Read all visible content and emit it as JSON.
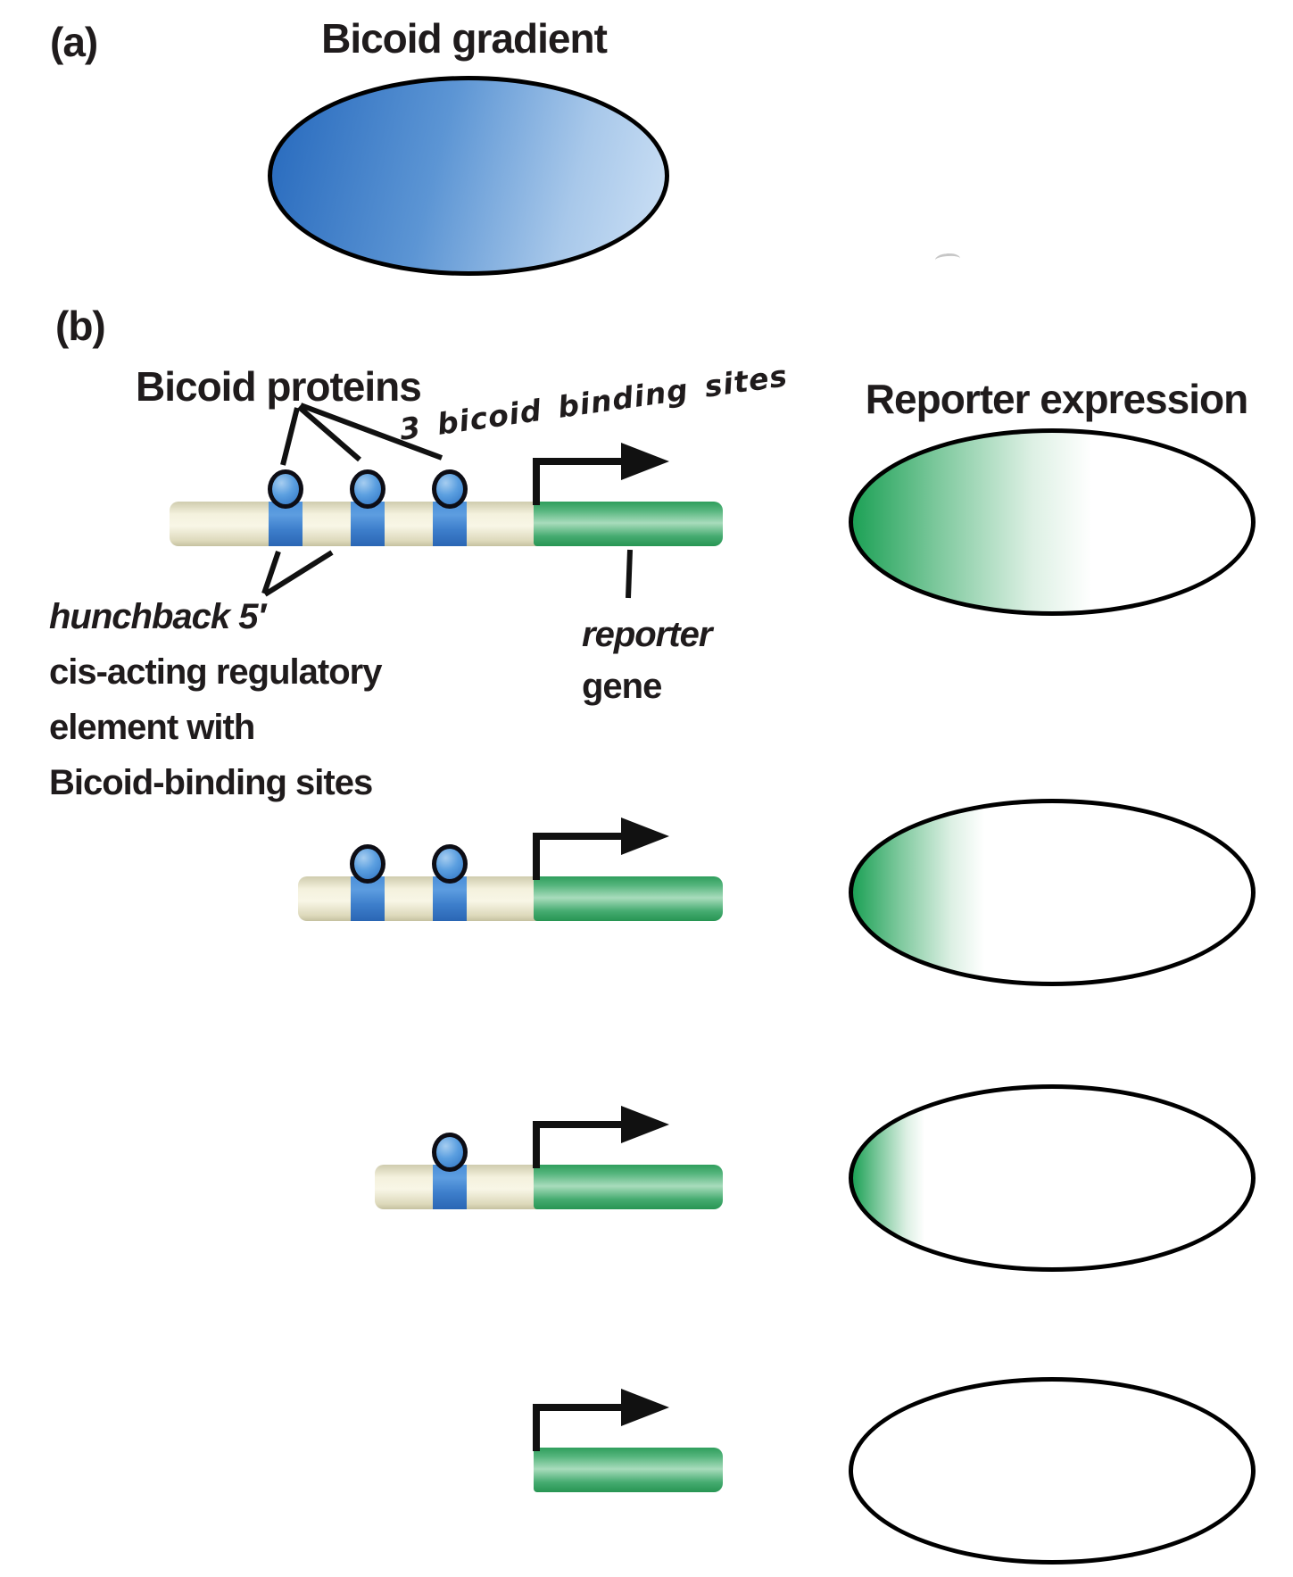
{
  "panel_a": {
    "label": "(a)",
    "title": "Bicoid gradient",
    "embryo": {
      "description": "anterior-high blue gradient embryo",
      "gradient_start_color": "#2b6dbf",
      "gradient_end_color": "#c9def4"
    }
  },
  "panel_b": {
    "label": "(b)",
    "proteins_label": "Bicoid proteins",
    "handwritten_note": "3 bicoid binding sites",
    "regulatory_label": [
      "hunchback 5′",
      "cis-acting regulatory",
      "element with",
      "Bicoid-binding sites"
    ],
    "reporter_gene_label": {
      "line1": "reporter",
      "line2": "gene"
    },
    "reporter_expression_title": "Reporter expression",
    "rows": [
      {
        "name": "three-binding-sites",
        "binding_sites": 3,
        "bound_proteins": 3,
        "expression_extent_pct": 60
      },
      {
        "name": "two-binding-sites",
        "binding_sites": 2,
        "bound_proteins": 2,
        "expression_extent_pct": 33
      },
      {
        "name": "one-binding-site",
        "binding_sites": 1,
        "bound_proteins": 1,
        "expression_extent_pct": 18
      },
      {
        "name": "no-binding-sites",
        "binding_sites": 0,
        "bound_proteins": 0,
        "expression_extent_pct": 0
      }
    ],
    "colors": {
      "expression_green": "#1da156",
      "expression_mid_green": "#7cc89c",
      "expression_pale_green": "#ddf0e4",
      "binding_site_blue": "#3e7fcc",
      "protein_blue": "#5b9fe0",
      "dna_cream": "#f4f1dd",
      "reporter_gene_green": "#2f9e5c",
      "annotation_pink": "#ee5fa7",
      "outline_black": "#000000"
    }
  }
}
